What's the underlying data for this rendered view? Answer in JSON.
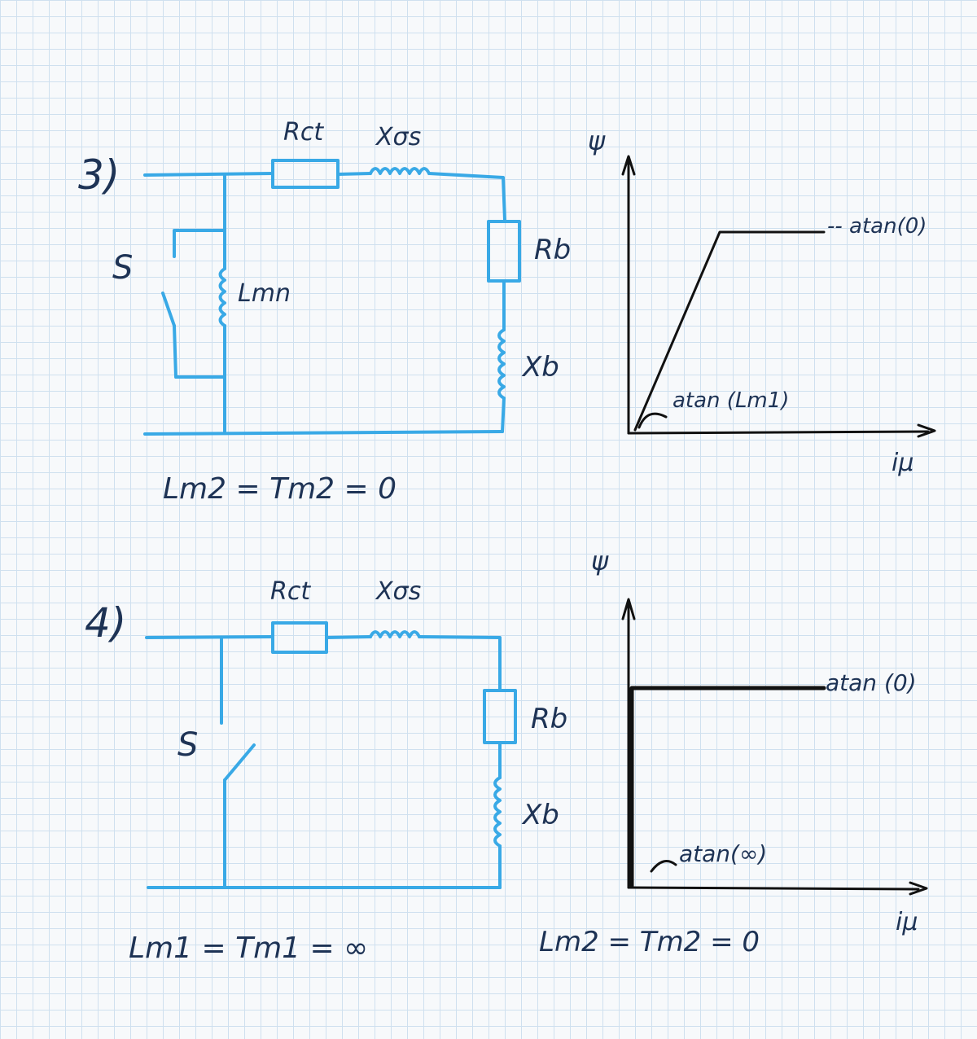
{
  "colors": {
    "circuit": "#39a9e6",
    "ink": "#1e3355",
    "graph": "#111111",
    "grid": "#cfe0ef"
  },
  "part3": {
    "number": "3)",
    "switch_label": "S",
    "resistor_label": "Rct",
    "inductor_label": "Xσs",
    "magnetizing_label": "Lmn",
    "load_r_label": "Rb",
    "load_x_label": "Xb",
    "equation": "Lm2 = Tm2 = 0",
    "graph": {
      "y_label": "ψ",
      "x_label": "iμ",
      "slope_label": "atan (Lm1)",
      "flat_label": "-- atan(0)"
    }
  },
  "part4": {
    "number": "4)",
    "switch_label": "S",
    "resistor_label": "Rct",
    "inductor_label": "Xσs",
    "load_r_label": "Rb",
    "load_x_label": "Xb",
    "equation_left": "Lm1 = Tm1 = ∞",
    "equation_right": "Lm2 = Tm2 = 0",
    "graph": {
      "y_label": "ψ",
      "x_label": "iμ",
      "vertical_label": "atan(∞)",
      "flat_label": "atan (0)"
    }
  }
}
